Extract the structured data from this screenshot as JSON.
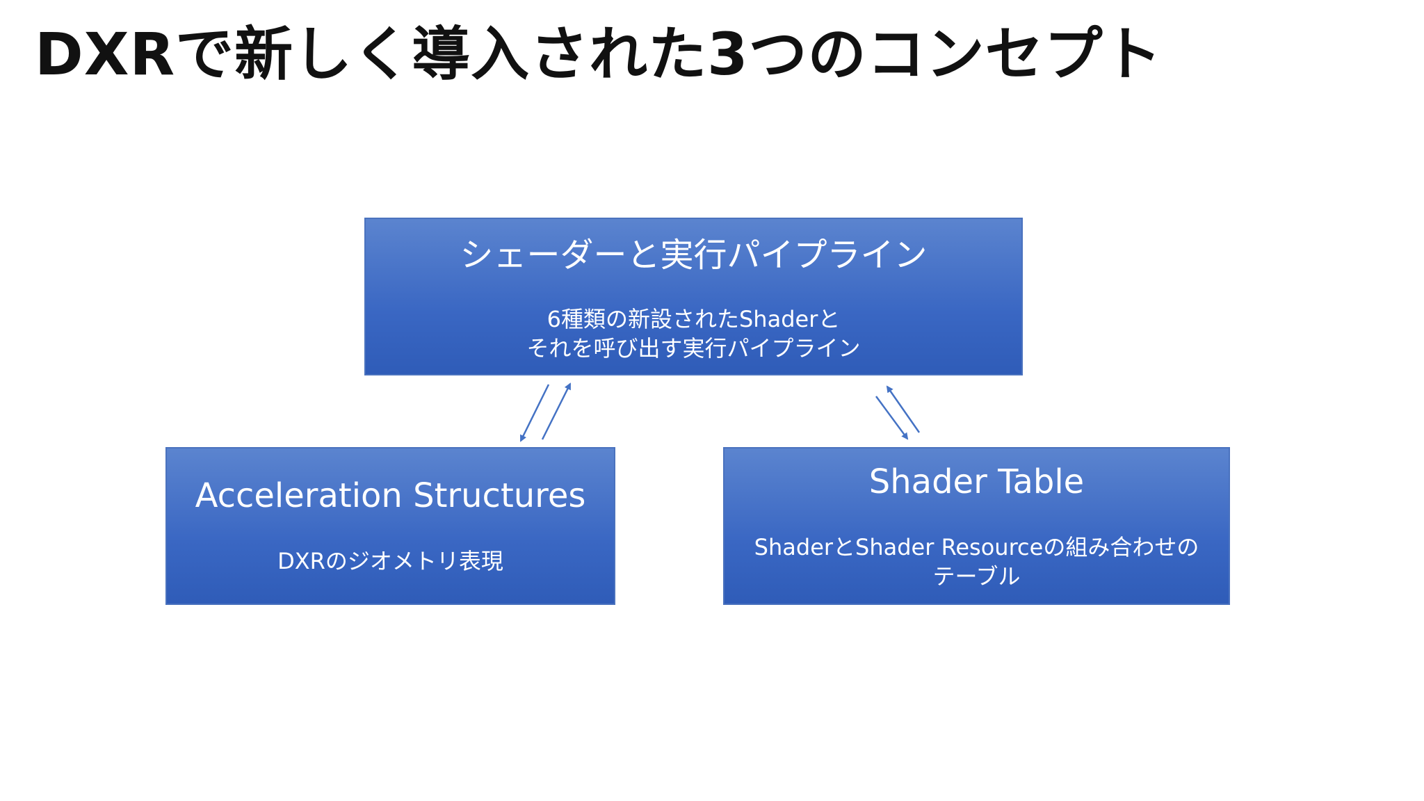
{
  "slide": {
    "title": "DXRで新しく導入された3つのコンセプト"
  },
  "diagram": {
    "pipeline": {
      "heading": "シェーダーと実行パイプライン",
      "desc_line1": "6種類の新設されたShaderと",
      "desc_line2": "それを呼び出す実行パイプライン"
    },
    "acceleration": {
      "heading": "Acceleration Structures",
      "desc_line1": "DXRのジオメトリ表現"
    },
    "shader_table": {
      "heading": "Shader Table",
      "desc_line1": "ShaderとShader Resourceの組み合わせの",
      "desc_line2": "テーブル"
    }
  },
  "colors": {
    "box_fill": "#3a67c3",
    "box_border": "#4a72be",
    "arrow": "#4472c4",
    "title_text": "#111111"
  }
}
